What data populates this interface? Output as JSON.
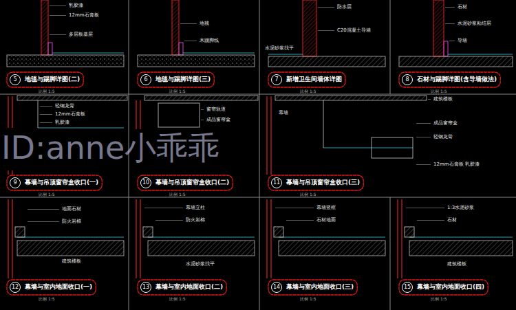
{
  "diagram": {
    "nodes": [
      {
        "text": [
          "5"
        ]
      },
      {
        "text": [
          "6"
        ]
      },
      {
        "text": [
          "7"
        ]
      },
      {
        "text": [
          "8"
        ]
      },
      {
        "text": [
          "9"
        ]
      },
      {
        "text": [
          "10"
        ]
      },
      {
        "text": [
          "11"
        ]
      },
      {
        "text": [
          "12"
        ]
      },
      {
        "text": [
          "13"
        ]
      },
      {
        "text": [
          "14"
        ]
      },
      {
        "text": [
          "15"
        ]
      }
    ],
    "labels": [
      "地毯与踢脚详图(二)",
      "地毯与踢脚详图(三)",
      "新增卫生间墙体详图",
      "石材与踢脚详图(含导墙做法)",
      "幕墙与吊顶窗帘盒收口(一)",
      "幕墙与吊顶窗帘盒收口(二)",
      "幕墙与吊顶窗帘盒收口(三)",
      "幕墙与室内地面收口(一)",
      "幕墙与室内地面收口(二)",
      "幕墙与室内地面收口(三)",
      "幕墙与室内地面收口(四)",
      "比例 1:5",
      "比例 1:5",
      "比例 1:5",
      "比例 1:5",
      "比例 1:5",
      "比例 1:5",
      "比例 1:5",
      "比例 1:5",
      "比例 1:5",
      "比例 1:5",
      "比例 1:5",
      "ID:anne小乖乖",
      "乳胶漆",
      "12mm石膏板",
      "多层板基层",
      "地毯",
      "木踢脚线",
      "防水层",
      "C20混凝土导墙",
      "水泥砂浆找平",
      "石材",
      "水泥砂浆粘结层",
      "导墙",
      "轻钢龙骨",
      "12mm石膏板",
      "乳胶漆",
      "窗帘轨道",
      "成品窗帘盒",
      "建筑楼板",
      "成品窗帘盒",
      "轻钢龙骨",
      "12mm石膏板 乳胶漆",
      "幕墙",
      "地面石材",
      "防火岩棉",
      "建筑楼板",
      "幕墙立柱",
      "防火岩棉",
      "水泥砂浆找平",
      "幕墙竖框",
      "石材地面",
      "1:3水泥砂浆",
      "石材",
      "建筑楼板"
    ]
  }
}
